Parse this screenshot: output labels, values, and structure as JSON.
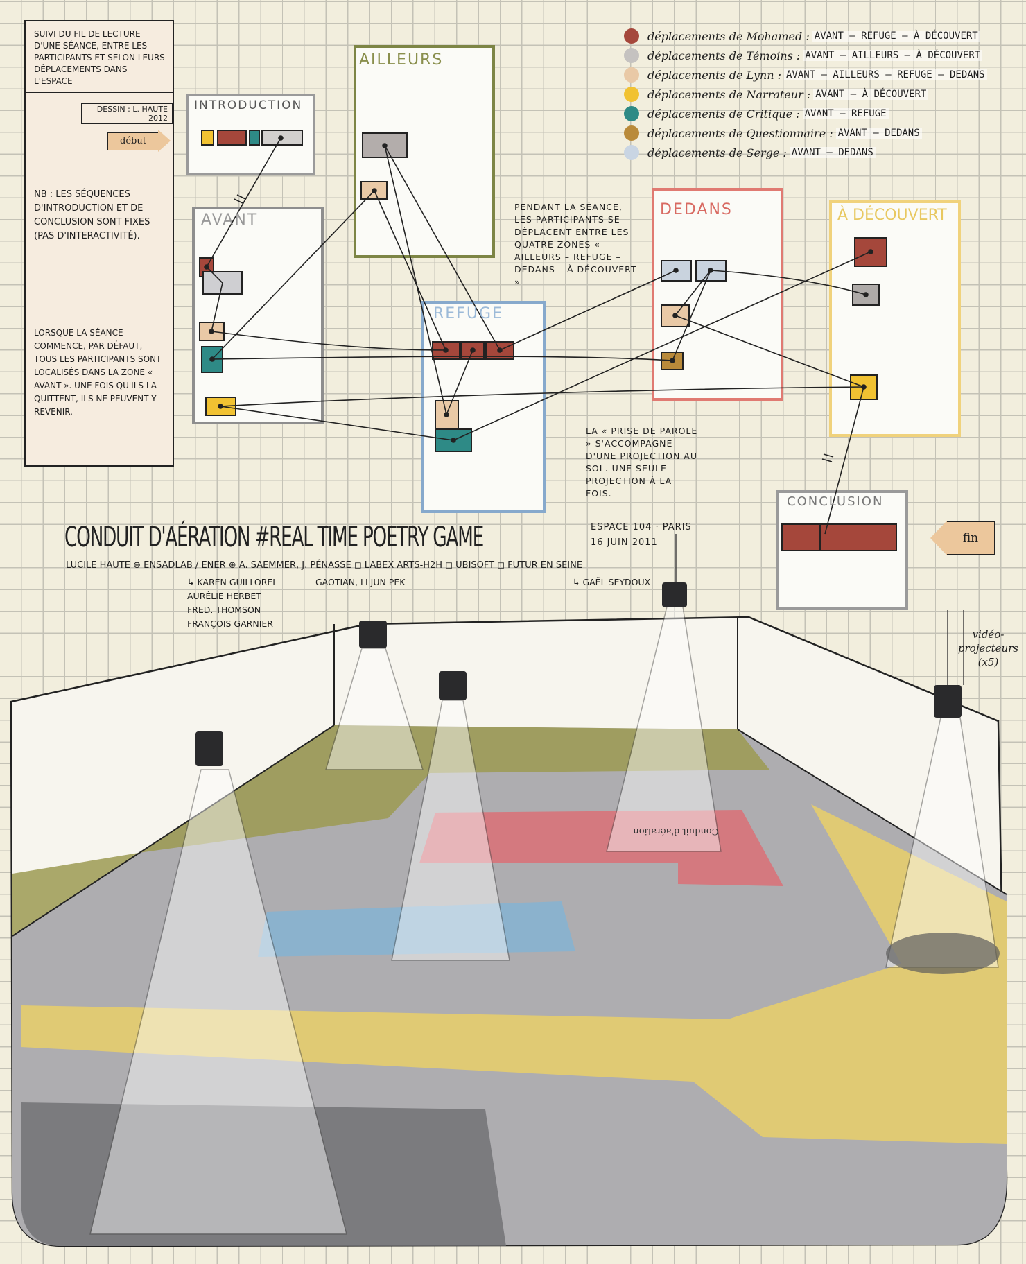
{
  "panel": {
    "intro_text": "Suivi du fil de lecture d'une séance, entre les participants et selon leurs déplacements dans l'espace",
    "credit": "Dessin : L. Haute 2012",
    "start_label": "début",
    "nb_text": "NB : les séquences d'introduction et de conclusion sont fixes (pas d'interactivité).",
    "start_text": "Lorsque la séance commence, par défaut, tous les participants sont localisés dans la zone « Avant ». Une fois qu'ils la quittent, ils ne peuvent y revenir."
  },
  "zones": {
    "introduction": "Introduction",
    "avant": "Avant",
    "ailleurs": "Ailleurs",
    "refuge": "Refuge",
    "dedans": "Dedans",
    "a_decouvert": "À découvert",
    "conclusion": "Conclusion"
  },
  "end_label": "fin",
  "legend": [
    {
      "who": "déplacements de Mohamed :",
      "path": "AVANT – REFUGE – À DÉCOUVERT",
      "color": "#a5473b"
    },
    {
      "who": "déplacements de Témoins :",
      "path": "AVANT – AILLEURS – À DÉCOUVERT",
      "color": "#c5c2c0"
    },
    {
      "who": "déplacements de Lynn :",
      "path": "AVANT – AILLEURS – REFUGE – DEDANS",
      "color": "#e9c9a6"
    },
    {
      "who": "déplacements de Narrateur :",
      "path": "AVANT – À DÉCOUVERT",
      "color": "#f1c232"
    },
    {
      "who": "déplacements de Critique :",
      "path": "AVANT – REFUGE",
      "color": "#2e8a86"
    },
    {
      "who": "déplacements de Questionnaire :",
      "path": "AVANT – DEDANS",
      "color": "#b98a3a"
    },
    {
      "who": "déplacements de Serge :",
      "path": "AVANT – DEDANS",
      "color": "#c9d5e3"
    }
  ],
  "notes": {
    "zones_note": "Pendant la séance, les participants se déplacent entre les quatre zones « Ailleurs – Refuge – Dedans – À découvert »",
    "projection_note": "La « prise de parole » s'accompagne d'une projection au sol. Une seule projection à la fois."
  },
  "title": "Conduit d'aération #Real Time Poetry Game",
  "venue": {
    "place": "Espace 104 · Paris",
    "date": "16 juin 2011"
  },
  "credits": {
    "line": "Lucile Haute ⊕ EnsadLab / EnER ⊕ A. Saemmer, J. Pénasse ◻ Labex Arts-H2H ◻ Ubisoft ◻ Futur en Seine",
    "ensad_team": [
      "↳ Karen Guillorel",
      "Aurélie Herbet",
      "Fred. Thomson",
      "François Garnier"
    ],
    "paris8_team": "Gaotian, Li Jun Pek",
    "futur_team": "↳ Gaël Seydoux"
  },
  "projector_label": "vidéo-projecteurs (x5)",
  "floor_text": "Conduit d'aération"
}
